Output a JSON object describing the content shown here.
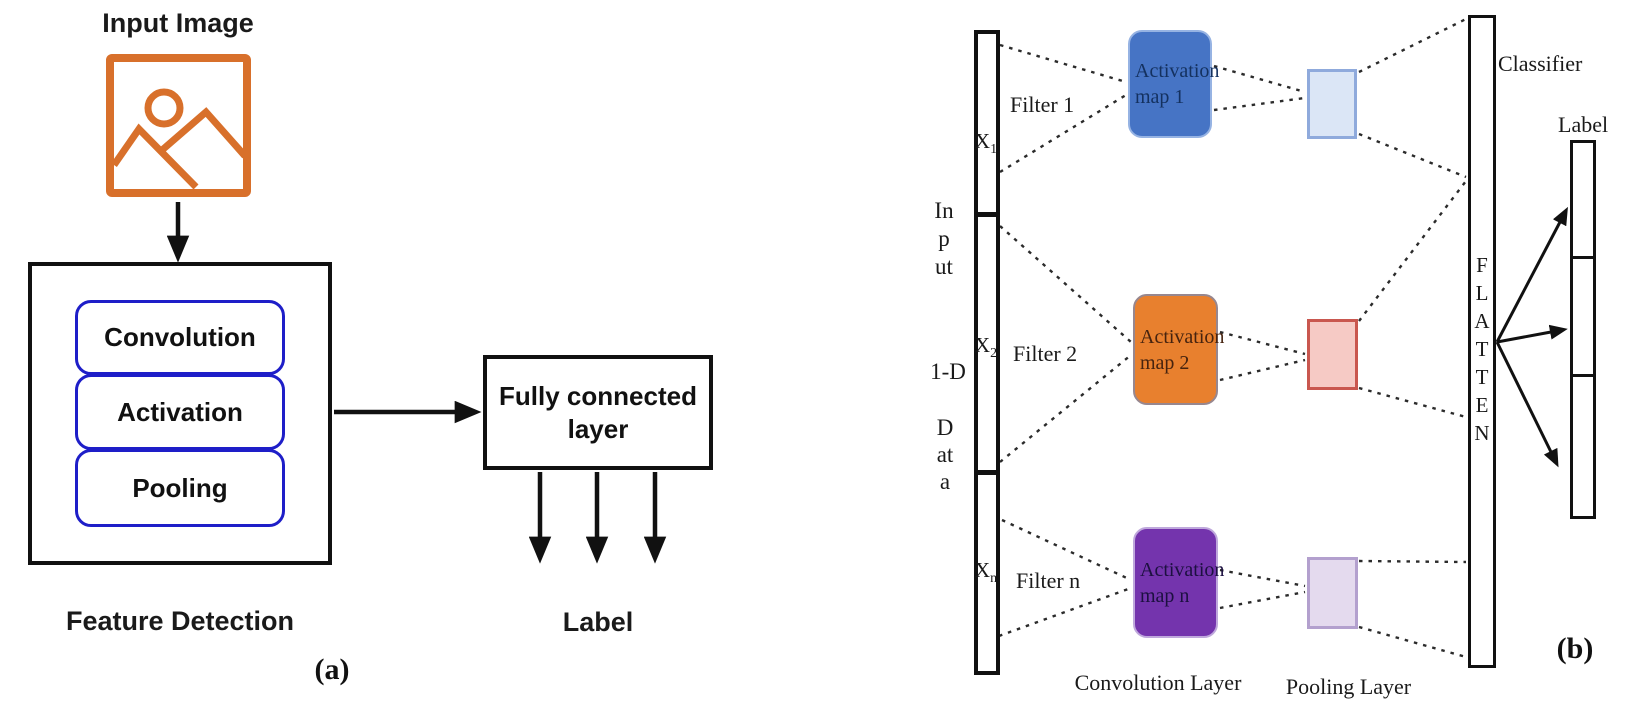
{
  "figure": {
    "panel_a": {
      "caption": "(a)",
      "input_image_title": "Input Image",
      "icon": "image-icon",
      "feature_items": [
        "Convolution",
        "Activation",
        "Pooling"
      ],
      "feature_label": "Feature Detection",
      "fc_label": "Fully connected layer",
      "output_label": "Label",
      "colors": {
        "icon_orange": "#D8702B",
        "item_border_blue": "#1E1EC8",
        "line_black": "#111111"
      }
    },
    "panel_b": {
      "caption": "(b)",
      "input_axis": {
        "line1": "Input",
        "line2": "1-D",
        "line3": "Data"
      },
      "x_labels": [
        {
          "base": "X",
          "sub": "1"
        },
        {
          "base": "X",
          "sub": "2"
        },
        {
          "base": "X",
          "sub": "n"
        }
      ],
      "filters": [
        "Filter 1",
        "Filter 2",
        "Filter n"
      ],
      "activation_maps": [
        {
          "label": "Activation map 1",
          "fill": "#4674C5",
          "border": "#96B3E3",
          "text": "#14315F"
        },
        {
          "label": "Activation map 2",
          "fill": "#E8802E",
          "border": "#97878F",
          "text": "#46230F"
        },
        {
          "label": "Activation map n",
          "fill": "#7434AD",
          "border": "#BFA8DC",
          "text": "#1C1040"
        }
      ],
      "pooling_boxes": [
        {
          "fill": "#DBE6F6",
          "border": "#8FAADC"
        },
        {
          "fill": "#F6CAC5",
          "border": "#C9574F"
        },
        {
          "fill": "#E4DAEE",
          "border": "#B3A0CE"
        }
      ],
      "flatten_label": "FLATTEN",
      "classifier_label": "Classifier",
      "label_title": "Label",
      "conv_layer_label": "Convolution Layer",
      "pooling_layer_label": "Pooling Layer"
    }
  }
}
